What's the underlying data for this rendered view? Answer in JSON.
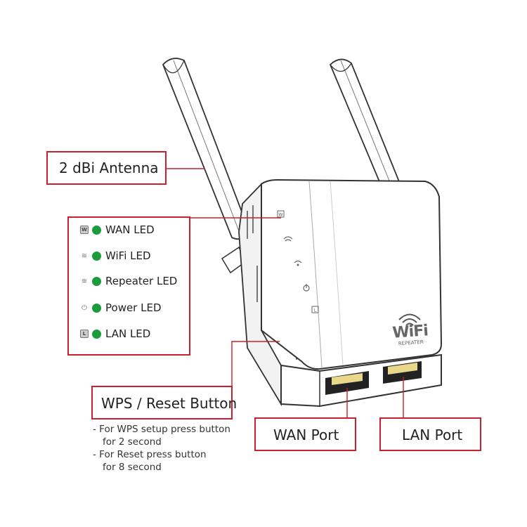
{
  "antenna_label": "2 dBi Antenna",
  "led_legend": [
    {
      "icon": "wan-led-icon",
      "glyph": "W",
      "label": "WAN LED"
    },
    {
      "icon": "wifi-led-icon",
      "glyph": "≋",
      "label": "WiFi LED"
    },
    {
      "icon": "repeater-led-icon",
      "glyph": "≋",
      "label": "Repeater LED"
    },
    {
      "icon": "power-led-icon",
      "glyph": "⏻",
      "label": "Power LED"
    },
    {
      "icon": "lan-led-icon",
      "glyph": "L",
      "label": "LAN LED"
    }
  ],
  "led_color": "#1a9b3c",
  "wps_label": "WPS / Reset Button",
  "wps_notes": [
    "- For WPS setup press button",
    "for 2 second",
    "- For Reset  press button",
    "for 8 second"
  ],
  "wan_port_label": "WAN Port",
  "lan_port_label": "LAN Port",
  "device_logo": {
    "brand": "WiFi",
    "sub": "REPEATER"
  },
  "callout_color": "#c8202f"
}
